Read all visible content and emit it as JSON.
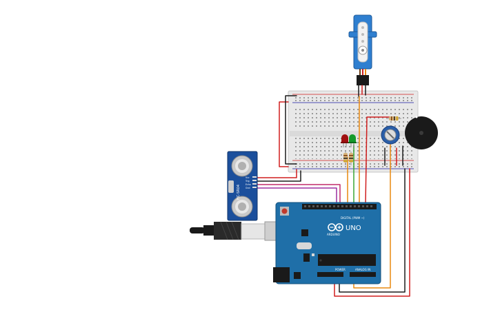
{
  "components": {
    "arduino": {
      "brand": "ARDUINO",
      "model": "UNO",
      "digital_label": "DIGITAL (PWM ~)",
      "power_label": "POWER",
      "analog_label": "ANALOG IN",
      "color": "#1f6fa8"
    },
    "ultrasonic": {
      "model": "HC-SR04",
      "pins": [
        "Vcc",
        "Trig",
        "Echo",
        "Gnd"
      ],
      "color": "#1b4f9c"
    },
    "servo": {
      "color": "#2f7fd0"
    },
    "leds": {
      "red": "#a01010",
      "green": "#129a2a"
    },
    "buzzer": {
      "color": "#1a1a1a"
    },
    "potentiometer": {
      "color": "#2a5ea8"
    }
  },
  "wire_colors": {
    "red": "#d01d1d",
    "black": "#1a1a1a",
    "orange": "#e9880e",
    "green": "#3aa632",
    "purple": "#9b2fa0",
    "pink": "#c02a6a"
  }
}
